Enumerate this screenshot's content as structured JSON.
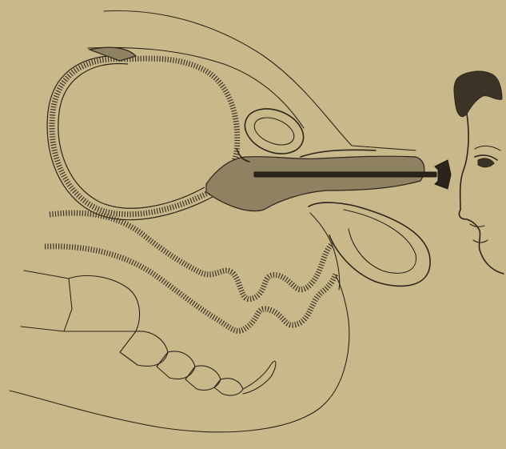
{
  "figure": {
    "kind": "anatomical line engraving",
    "palette": {
      "paper": "#c9b98a",
      "ink": "#2a241a",
      "stipple": "#8f8262"
    },
    "parts": [
      "bladder-outline",
      "urethra-canal",
      "inserted-sound-rod",
      "rectum-wall",
      "vertebrae-column",
      "pubic-bone-ring",
      "scrotum-sac",
      "observer-face"
    ]
  }
}
